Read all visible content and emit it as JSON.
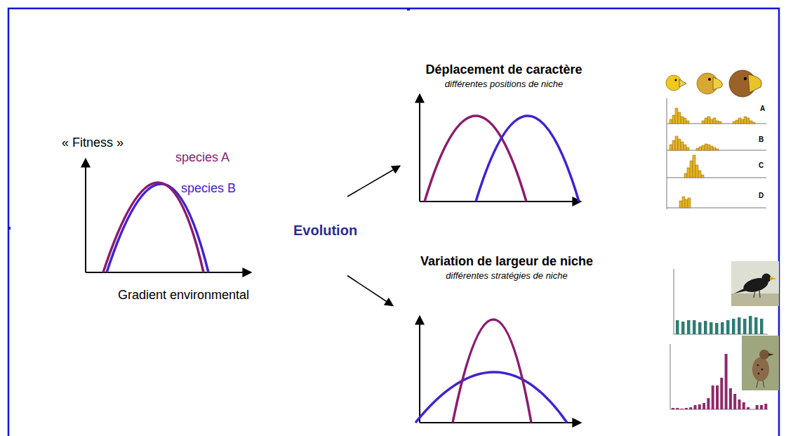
{
  "diagram": {
    "nodes": [
      {
        "text": [
          "« Fitness »",
          "species A",
          "species B",
          "Gradient environmental"
        ]
      },
      {
        "text": [
          "Déplacement de caractère",
          "différentes positions de niche"
        ]
      },
      {
        "text": [
          "Variation de largeur de niche",
          "différentes stratégies de niche"
        ]
      }
    ],
    "edges": [
      {
        "from": 0,
        "to": 1,
        "arrow": "to"
      },
      {
        "from": 0,
        "to": 2,
        "arrow": "to"
      }
    ],
    "labels": [
      "Evolution",
      "A",
      "B",
      "C",
      "D"
    ]
  }
}
